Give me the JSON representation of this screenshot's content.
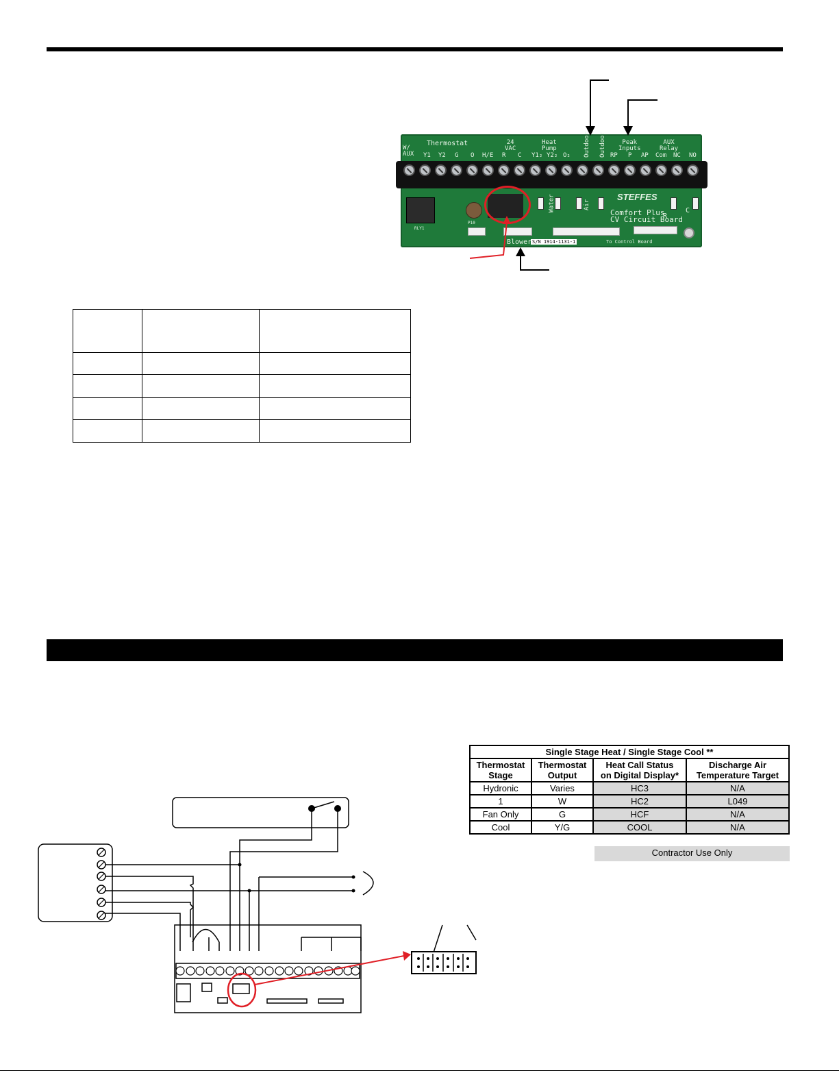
{
  "board": {
    "thermostat_group": "Thermostat",
    "vac_group": "24\nVAC",
    "heat_pump_group": "Heat\nPump",
    "peak_group": "Peak\nInputs",
    "aux_group": "AUX\nRelay",
    "terminals": [
      "W/\nAUX",
      "Y1",
      "Y2",
      "G",
      "O",
      "H/E",
      "R",
      "C",
      "Y1₂",
      "Y2₂",
      "O₂",
      "Outdoor",
      "Outdoor",
      "RP",
      "P",
      "AP",
      "Com",
      "NC",
      "NO"
    ],
    "brand": "STEFFES",
    "board_name_1": "Comfort Plus",
    "board_name_2": "CV Circuit Board",
    "water_label": "Water",
    "air_label": "Air",
    "blower_label": "Blower",
    "serial": "S/N 1914-1131-1",
    "to_control": "To Control Board",
    "rly_label": "RLY1",
    "p10_label": "P10",
    "r_label": "R",
    "c_label": "C"
  },
  "mode_table": {
    "title": "Single Stage Heat / Single Stage Cool **",
    "headers": [
      "Thermostat\nStage",
      "Thermostat\nOutput",
      "Heat Call Status\non Digital Display*",
      "Discharge Air\nTemperature Target"
    ],
    "rows": [
      [
        "Hydronic",
        "Varies",
        "HC3",
        "N/A"
      ],
      [
        "1",
        "W",
        "HC2",
        "L049"
      ],
      [
        "Fan Only",
        "G",
        "HCF",
        "N/A"
      ],
      [
        "Cool",
        "Y/G",
        "COOL",
        "N/A"
      ]
    ],
    "footer": "Contractor Use Only"
  },
  "colors": {
    "highlight": "#e01f26",
    "board_green": "#1f7a3a",
    "shade": "#d9d9d9"
  }
}
